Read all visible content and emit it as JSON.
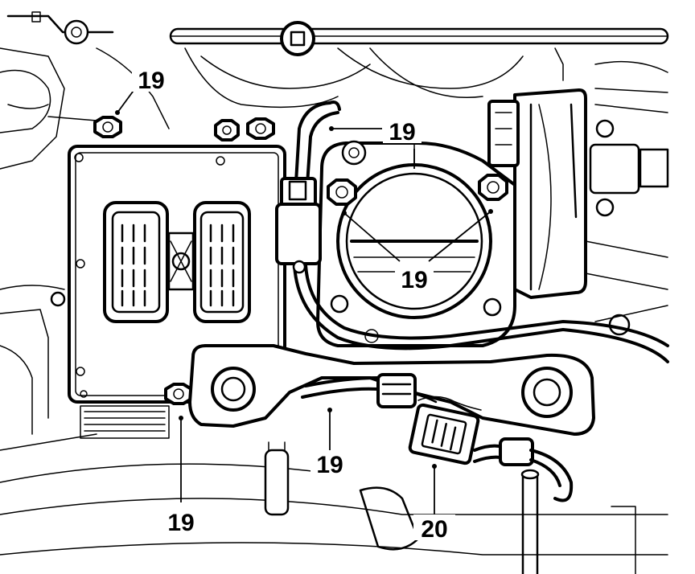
{
  "callouts": {
    "c1": "19",
    "c2": "19",
    "c3": "19",
    "c4": "19",
    "c5": "19",
    "c6": "20"
  }
}
